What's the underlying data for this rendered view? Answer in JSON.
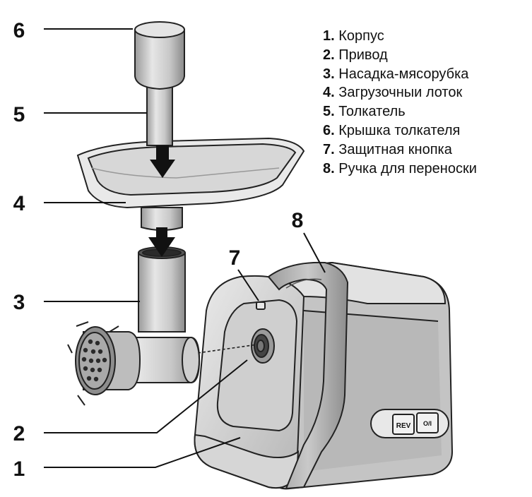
{
  "callouts": [
    {
      "number": "6"
    },
    {
      "number": "5"
    },
    {
      "number": "4"
    },
    {
      "number": "3"
    },
    {
      "number": "2"
    },
    {
      "number": "1"
    },
    {
      "number": "7"
    },
    {
      "number": "8"
    }
  ],
  "legend": [
    {
      "number": "1.",
      "label": "Корпус"
    },
    {
      "number": "2.",
      "label": "Привод"
    },
    {
      "number": "3.",
      "label": "Насадка-мясорубка"
    },
    {
      "number": "4.",
      "label": "Загрузочныи лоток"
    },
    {
      "number": "5.",
      "label": "Толкатель"
    },
    {
      "number": "6.",
      "label": "Крышка толкателя"
    },
    {
      "number": "7.",
      "label": "Защитная кнопка"
    },
    {
      "number": "8.",
      "label": "Ручка для переноски"
    }
  ],
  "buttons": {
    "rev_label": "REV",
    "power_label": "O/I"
  },
  "colors": {
    "outline": "#222222",
    "body_light": "#dcdcdc",
    "body_mid": "#bdbdbd",
    "body_dark": "#8e8e8e",
    "arrow": "#111111"
  }
}
